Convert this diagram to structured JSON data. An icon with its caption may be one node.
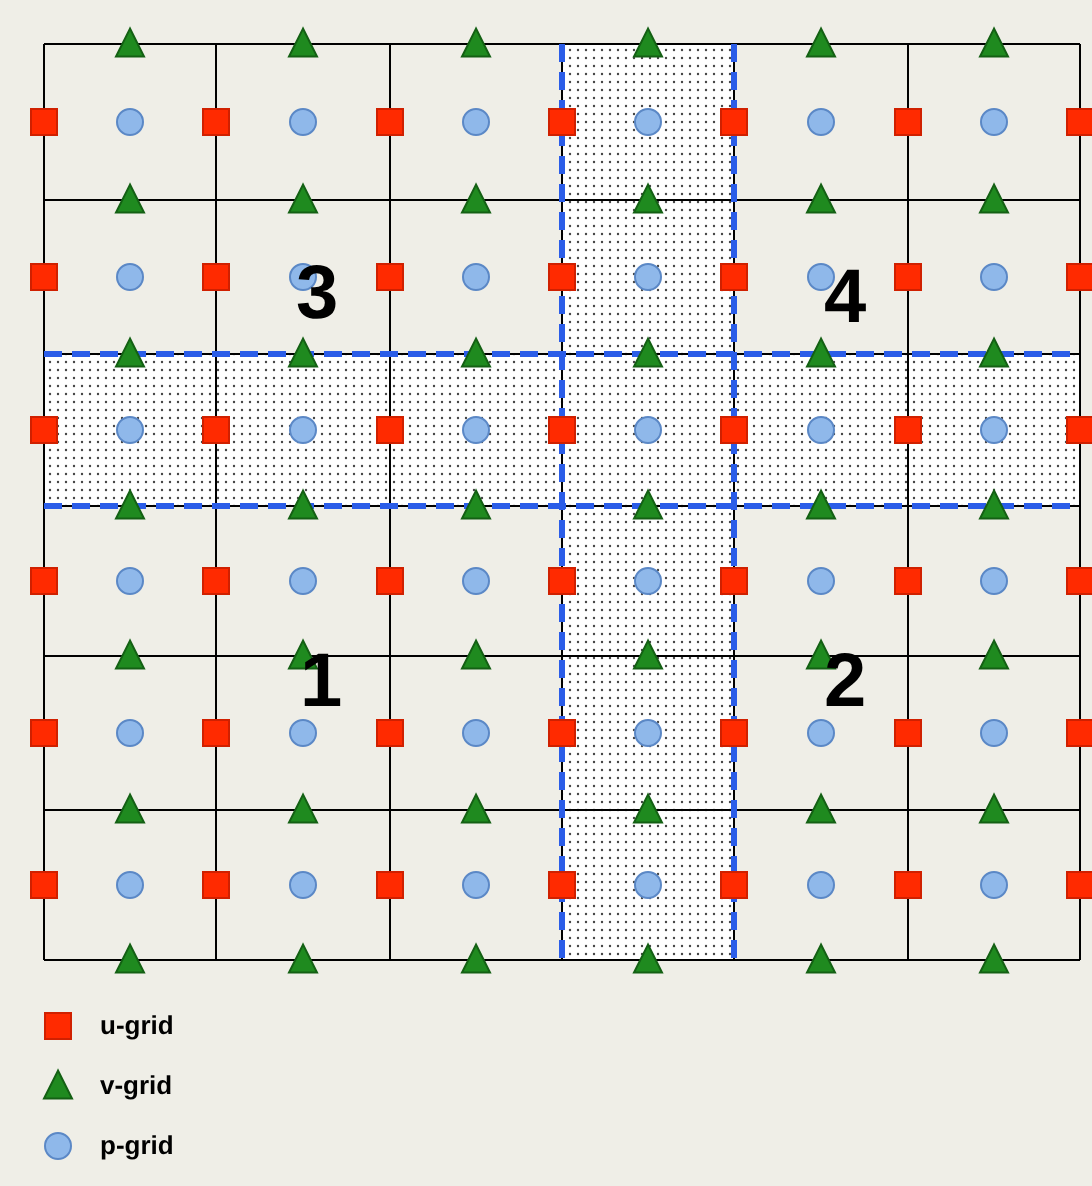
{
  "diagram": {
    "labels": [
      "3",
      "4",
      "1",
      "2"
    ],
    "legend": [
      {
        "text": "u-grid"
      },
      {
        "text": "v-grid"
      },
      {
        "text": "p-grid"
      }
    ]
  }
}
